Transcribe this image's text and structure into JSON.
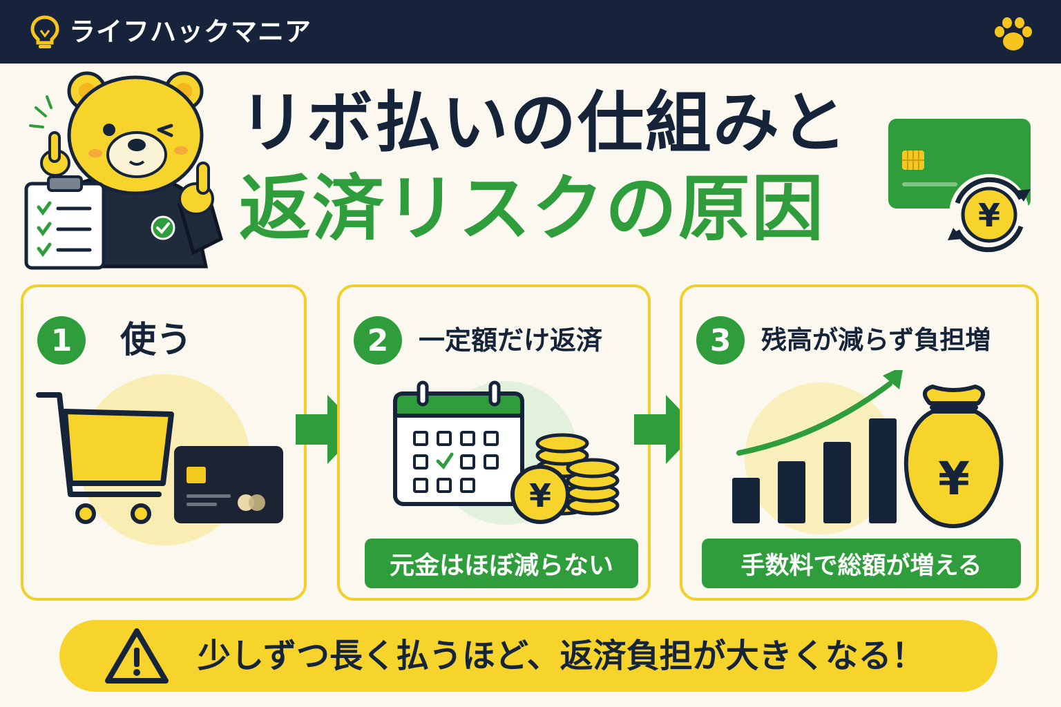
{
  "header": {
    "brand_name": "ライフハックマニア",
    "brand_icon": "lightbulb-icon",
    "right_icon": "paw-icon"
  },
  "title": {
    "line1": "リボ払いの仕組みと",
    "line2": "返済リスクの原因"
  },
  "steps": [
    {
      "number": "1",
      "title": "使う",
      "icons": [
        "shopping-cart-icon",
        "credit-card-icon"
      ]
    },
    {
      "number": "2",
      "title": "一定額だけ返済",
      "caption": "元金はほぼ減らない",
      "icons": [
        "calendar-icon",
        "coin-stack-icon"
      ]
    },
    {
      "number": "3",
      "title": "残高が減らず負担増",
      "caption": "手数料で総額が増える",
      "icons": [
        "bar-chart-icon",
        "money-bag-icon"
      ]
    }
  ],
  "warning": {
    "icon": "warning-icon",
    "text": "少しずつ長く払うほど、返済負担が大きくなる！"
  },
  "colors": {
    "navy": "#16233a",
    "green": "#2f9d3b",
    "yellow": "#f7d42b",
    "background": "#fbf9ef"
  }
}
